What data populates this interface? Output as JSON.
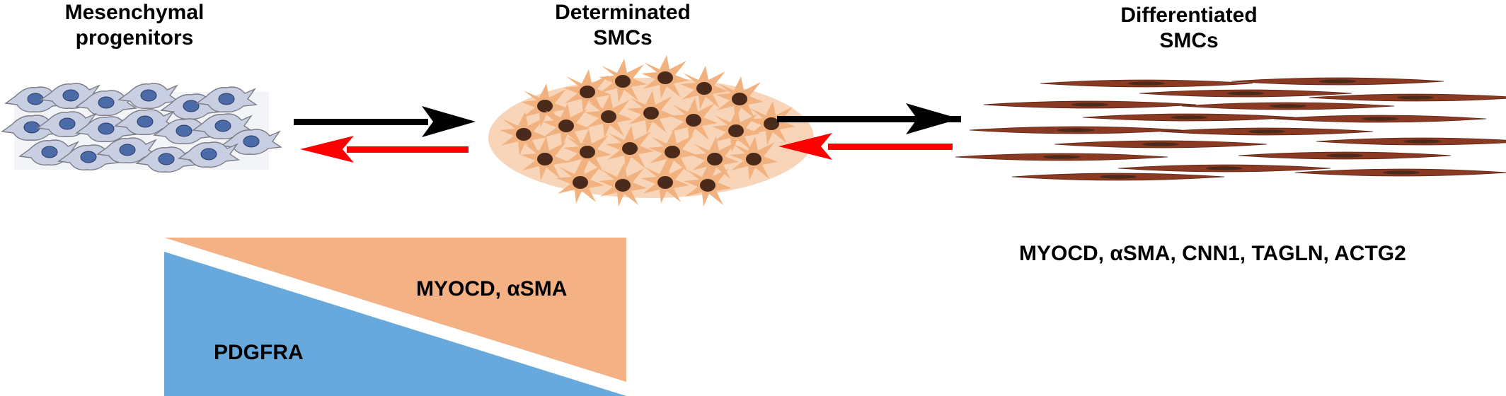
{
  "stages": [
    {
      "line1": "Mesenchymal",
      "line2": "progenitors"
    },
    {
      "line1": "Determinated",
      "line2": "SMCs"
    },
    {
      "line1": "Differentiated",
      "line2": "SMCs"
    }
  ],
  "markers": {
    "differentiated": "MYOCD, αSMA, CNN1, TAGLN, ACTG2",
    "gradient_increasing": "MYOCD, αSMA",
    "gradient_decreasing": "PDGFRA"
  },
  "colors": {
    "progenitor_cell": "#c9cfe2",
    "progenitor_nucleus": "#4a6aa8",
    "determined_cell": "#f2b27f",
    "determined_nucleus": "#4a2a1a",
    "differentiated_cell": "#8a3a22",
    "forward_arrow": "#000000",
    "reverse_arrow": "#ff0000",
    "gradient_orange": "#f4b183",
    "gradient_blue": "#67a9dc"
  }
}
